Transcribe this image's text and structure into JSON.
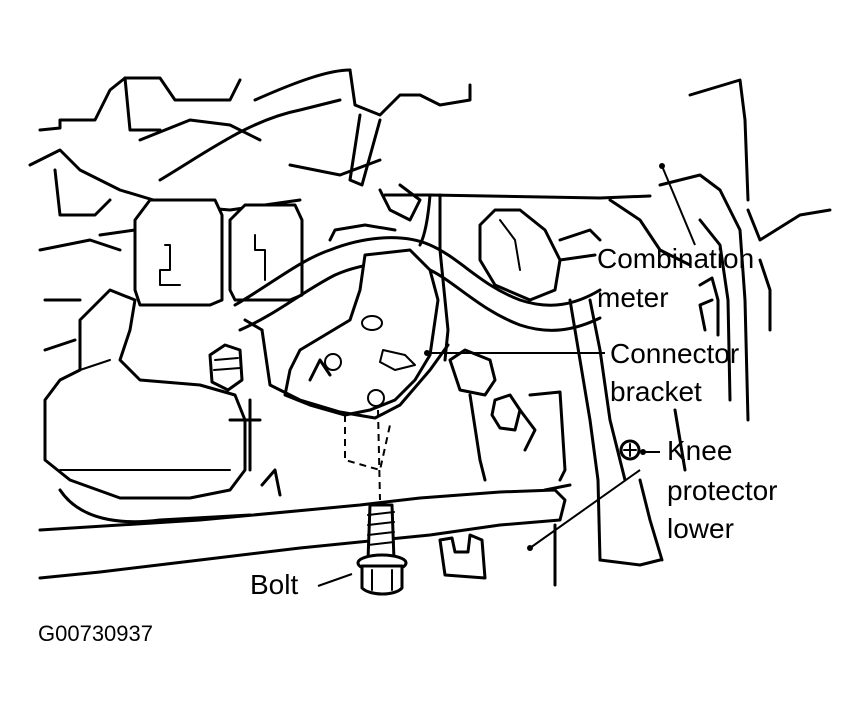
{
  "labels": {
    "combination_meter_line1": "Combination",
    "combination_meter_line2": "meter",
    "connector_bracket_line1": "Connector",
    "connector_bracket_line2": "bracket",
    "knee_protector_line1": "Knee",
    "knee_protector_line2": "protector",
    "knee_protector_line3": "lower",
    "bolt": "Bolt"
  },
  "figure_id": "G00730937",
  "colors": {
    "ink": "#000000",
    "paper": "#ffffff"
  }
}
